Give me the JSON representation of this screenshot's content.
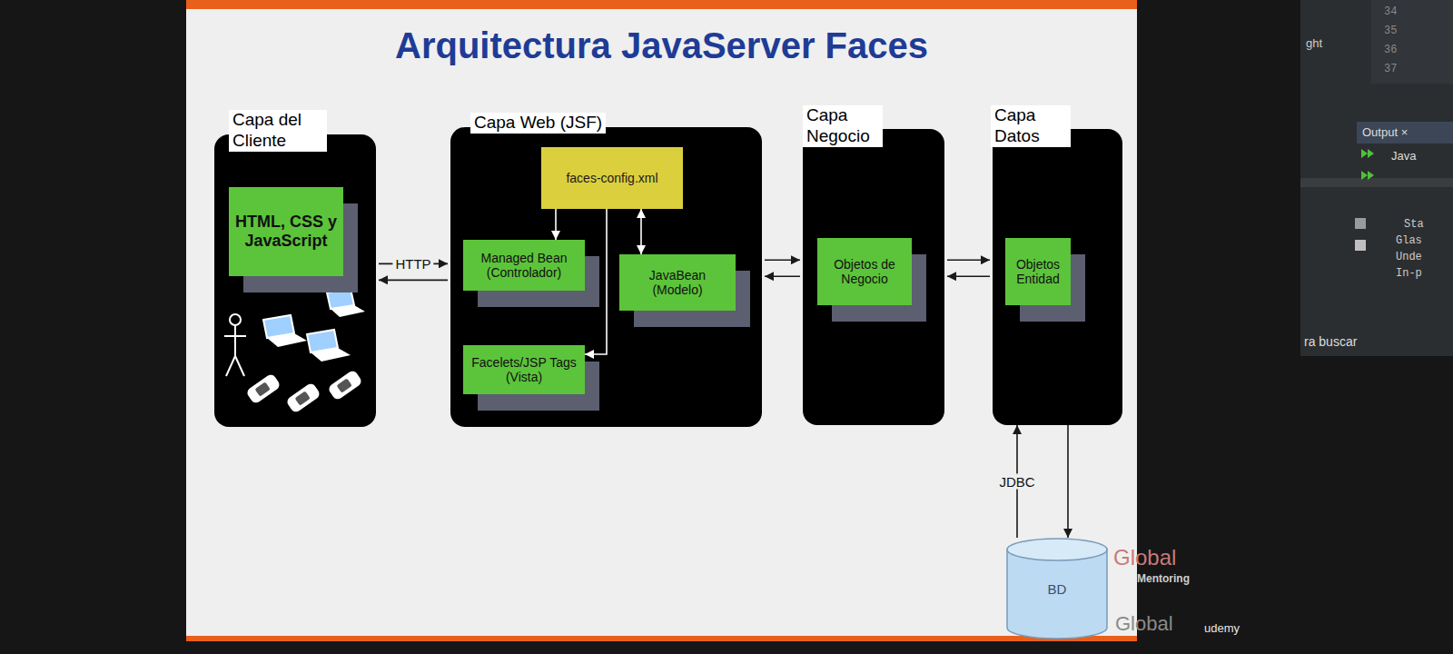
{
  "diagram": {
    "title": "Arquitectura JavaServer Faces",
    "nodes": [
      {
        "text": [
          "Capa del Cliente"
        ]
      },
      {
        "text": [
          "HTML, CSS y JavaScript"
        ],
        "in": 0
      },
      {
        "text": [
          "Capa Web (JSF)"
        ]
      },
      {
        "text": [
          "faces-config.xml"
        ],
        "in": 2
      },
      {
        "text": [
          "Managed Bean (Controlador)"
        ],
        "in": 2
      },
      {
        "text": [
          "JavaBean (Modelo)"
        ],
        "in": 2
      },
      {
        "text": [
          "Facelets/JSP Tags (Vista)"
        ],
        "in": 2
      },
      {
        "text": [
          "Capa Negocio"
        ]
      },
      {
        "text": [
          "Objetos de Negocio"
        ],
        "in": 7
      },
      {
        "text": [
          "Capa Datos"
        ]
      },
      {
        "text": [
          "Objetos Entidad"
        ],
        "in": 9
      },
      {
        "text": [
          "BD"
        ]
      }
    ],
    "edges": [
      {
        "from": 0,
        "to": 2,
        "arrow": "to",
        "label": "HTTP"
      },
      {
        "from": 2,
        "to": 0,
        "arrow": "to"
      },
      {
        "from": 3,
        "to": 4,
        "arrow": "to"
      },
      {
        "from": 3,
        "to": 5,
        "arrow": "both"
      },
      {
        "from": 3,
        "to": 6,
        "arrow": "to"
      },
      {
        "from": 2,
        "to": 7,
        "arrow": "to"
      },
      {
        "from": 7,
        "to": 2,
        "arrow": "to"
      },
      {
        "from": 7,
        "to": 9,
        "arrow": "to"
      },
      {
        "from": 9,
        "to": 7,
        "arrow": "to"
      },
      {
        "from": 11,
        "to": 9,
        "arrow": "to",
        "label": "JDBC"
      },
      {
        "from": 9,
        "to": 11,
        "arrow": "to"
      }
    ],
    "labels": [
      "Global",
      "Mentoring",
      "Global",
      "udemy",
      "34",
      "35",
      "36",
      "37",
      "ght",
      "Output ×",
      "Java",
      "Sta",
      "Glas",
      "Unde",
      "In-p",
      "ra buscar"
    ]
  }
}
